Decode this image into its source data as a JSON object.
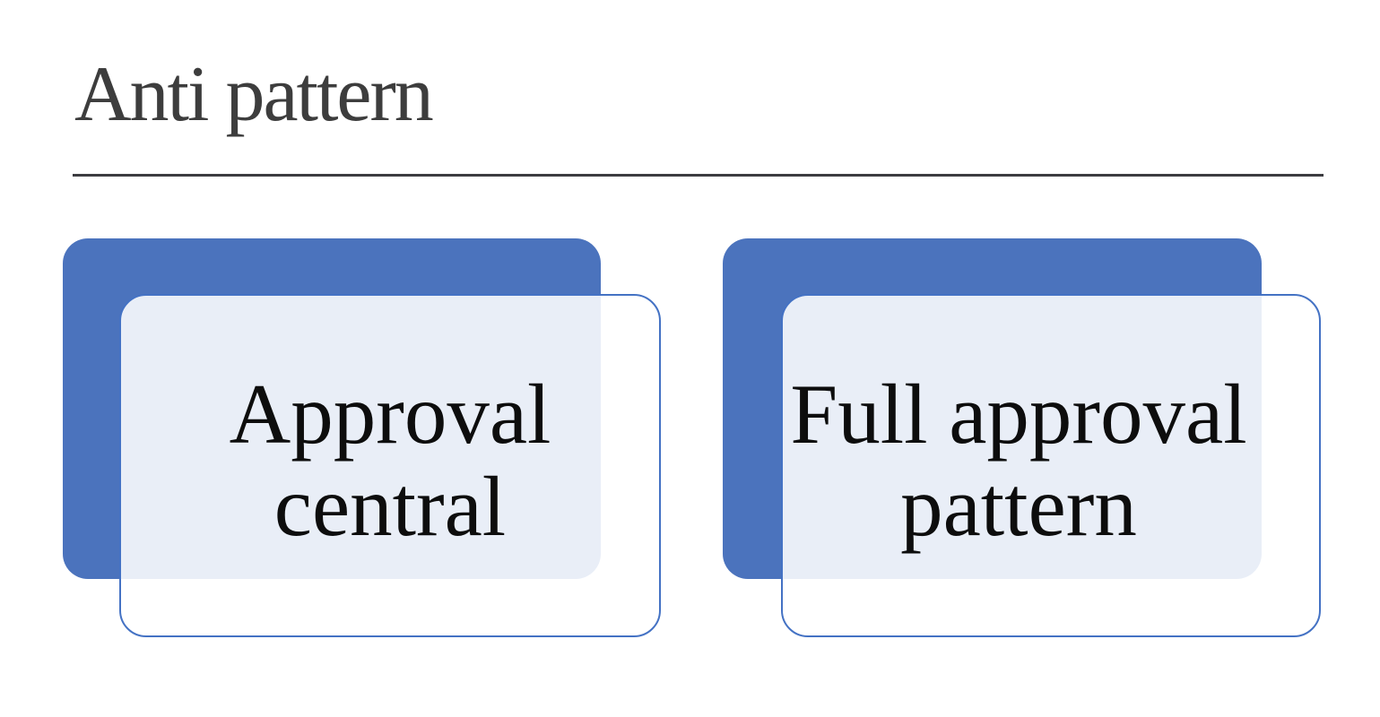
{
  "slide": {
    "title": "Anti pattern",
    "cards": [
      {
        "label": "Approval central"
      },
      {
        "label": "Full approval pattern"
      }
    ],
    "colors": {
      "accent_blue": "#4b73bd",
      "border_blue": "#4472c4",
      "overlay_tint_observed": "#e9edf8",
      "title_gray": "#3d3d3d",
      "text_black": "#0d0d0d",
      "divider_gray": "#3c3c40"
    }
  }
}
